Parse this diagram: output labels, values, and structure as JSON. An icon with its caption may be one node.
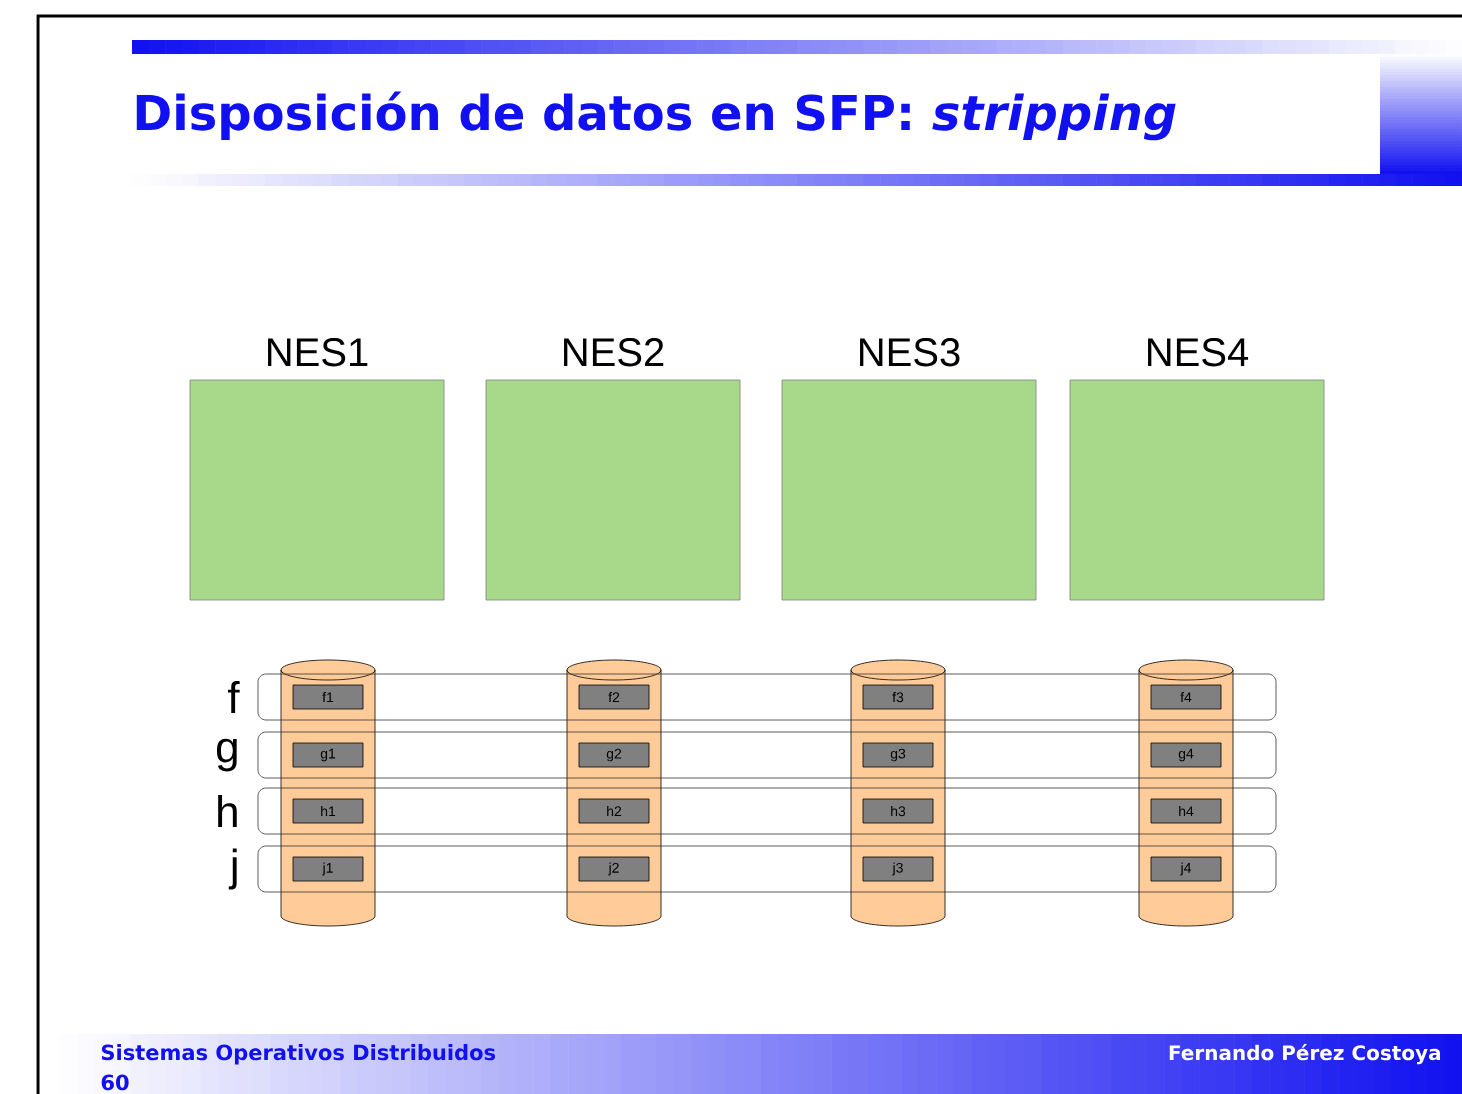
{
  "diagram": {
    "title": "Disposición de datos en SFP: *stripping*",
    "nodes": [
      {
        "text": [
          "NES1"
        ]
      },
      {
        "text": [
          "NES2"
        ]
      },
      {
        "text": [
          "NES3"
        ]
      },
      {
        "text": [
          "NES4"
        ]
      },
      {
        "text": [],
        "shape": "cylinder"
      },
      {
        "text": [],
        "shape": "cylinder"
      },
      {
        "text": [],
        "shape": "cylinder"
      },
      {
        "text": [],
        "shape": "cylinder"
      },
      {
        "text": [
          "f"
        ]
      },
      {
        "text": [
          "g"
        ]
      },
      {
        "text": [
          "h"
        ]
      },
      {
        "text": [
          "j"
        ]
      },
      {
        "text": [
          "f1"
        ]
      },
      {
        "text": [
          "f2"
        ]
      },
      {
        "text": [
          "f3"
        ]
      },
      {
        "text": [
          "f4"
        ]
      },
      {
        "text": [
          "g1"
        ]
      },
      {
        "text": [
          "g2"
        ]
      },
      {
        "text": [
          "g3"
        ]
      },
      {
        "text": [
          "g4"
        ]
      },
      {
        "text": [
          "h1"
        ]
      },
      {
        "text": [
          "h2"
        ]
      },
      {
        "text": [
          "h3"
        ]
      },
      {
        "text": [
          "h4"
        ]
      },
      {
        "text": [
          "j1"
        ]
      },
      {
        "text": [
          "j2"
        ]
      },
      {
        "text": [
          "j3"
        ]
      },
      {
        "text": [
          "j4"
        ]
      }
    ],
    "labels": [
      "Sistemas Operativos Distribuidos",
      "60",
      "Fernando Pérez Costoya"
    ]
  }
}
